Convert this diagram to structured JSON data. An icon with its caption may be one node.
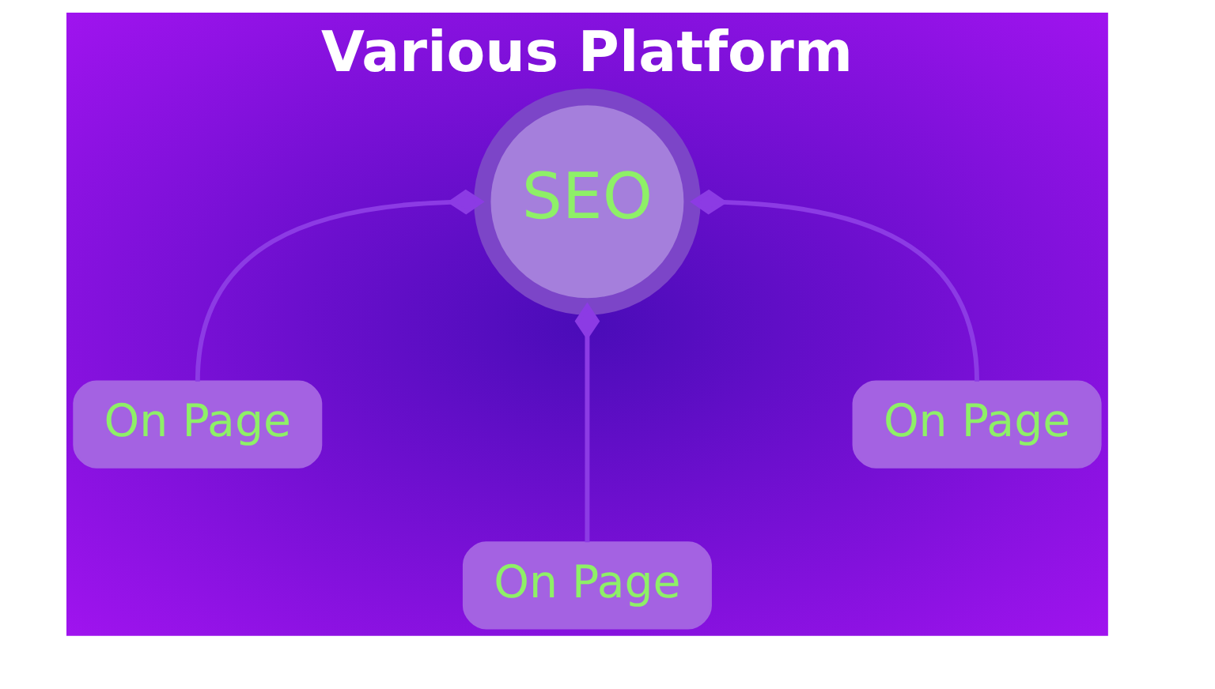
{
  "diagram": {
    "title": "Various Platform",
    "nodes": [
      {
        "text": [
          "SEO"
        ]
      },
      {
        "text": [
          "On Page"
        ]
      },
      {
        "text": [
          "On Page"
        ]
      },
      {
        "text": [
          "On Page"
        ]
      }
    ],
    "edges": [
      {
        "from": 0,
        "to": 1,
        "arrow": "other"
      },
      {
        "from": 0,
        "to": 2,
        "arrow": "other"
      },
      {
        "from": 0,
        "to": 3,
        "arrow": "other"
      }
    ]
  }
}
